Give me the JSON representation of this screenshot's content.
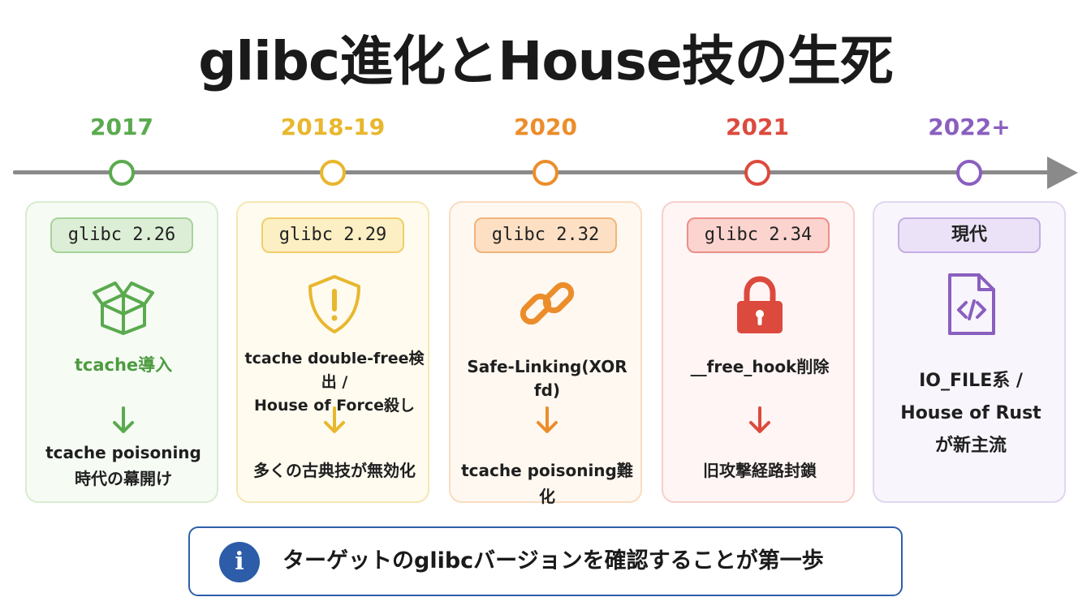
{
  "title": "glibc進化とHouse技の生死",
  "colors": {
    "green": "#5aaa4e",
    "yellow": "#e8b72e",
    "orange": "#ec8d2b",
    "red": "#dc4a3d",
    "purple": "#8a5fbf",
    "timeline": "#8a8a8a",
    "info_blue": "#2d5ca8"
  },
  "timeline": [
    {
      "year": "2017",
      "badge": "glibc 2.26",
      "icon": "open-box-icon",
      "feature": "tcache導入",
      "result_lines": [
        "tcache poisoning",
        "時代の幕開け"
      ]
    },
    {
      "year": "2018-19",
      "badge": "glibc 2.29",
      "icon": "warning-shield-icon",
      "feature_lines": [
        "tcache double-free検出 /",
        "House of Force殺し"
      ],
      "result": "多くの古典技が無効化"
    },
    {
      "year": "2020",
      "badge": "glibc 2.32",
      "icon": "chain-link-icon",
      "feature": "Safe-Linking(XOR fd)",
      "result": "tcache poisoning難化"
    },
    {
      "year": "2021",
      "badge": "glibc 2.34",
      "icon": "padlock-icon",
      "feature": "__free_hook削除",
      "result": "旧攻撃経路封鎖"
    },
    {
      "year": "2022+",
      "badge": "現代",
      "icon": "code-file-icon",
      "feature_lines": [
        "IO_FILE系 /",
        "House of Rust",
        "が新主流"
      ]
    }
  ],
  "info": {
    "icon": "info-icon",
    "text": "ターゲットのglibcバージョンを確認することが第一歩"
  }
}
